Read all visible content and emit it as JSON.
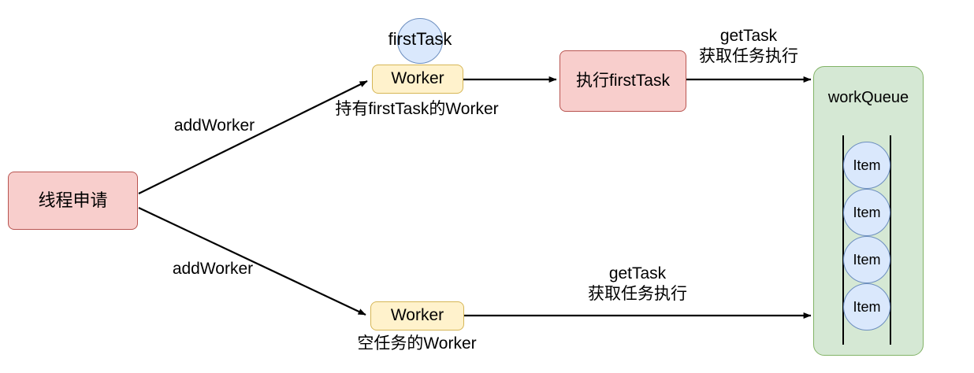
{
  "diagram": {
    "title_present": false,
    "colors": {
      "red_fill": "#f8cecc",
      "red_stroke": "#b85450",
      "yellow_fill": "#fff2cc",
      "yellow_stroke": "#d6b656",
      "green_fill": "#d5e8d4",
      "green_stroke": "#82b366",
      "blue_fill": "#dae8fc",
      "blue_stroke": "#6c8ebf",
      "edge_stroke": "#000000"
    },
    "nodes": {
      "thread_request": {
        "label": "线程申请"
      },
      "first_task_circle": {
        "label": "firstTask"
      },
      "worker_top": {
        "label": "Worker"
      },
      "worker_bottom": {
        "label": "Worker"
      },
      "execute_first_task": {
        "label": "执行firstTask"
      },
      "work_queue": {
        "label": "workQueue"
      },
      "queue_items": [
        {
          "label": "Item"
        },
        {
          "label": "Item"
        },
        {
          "label": "Item"
        },
        {
          "label": "Item"
        }
      ]
    },
    "edge_labels": {
      "add_worker_top": "addWorker",
      "add_worker_bottom": "addWorker",
      "worker_top_caption": "持有firstTask的Worker",
      "worker_bottom_caption": "空任务的Worker",
      "get_task_top_line1": "getTask",
      "get_task_top_line2": "获取任务执行",
      "get_task_bottom_line1": "getTask",
      "get_task_bottom_line2": "获取任务执行"
    }
  }
}
